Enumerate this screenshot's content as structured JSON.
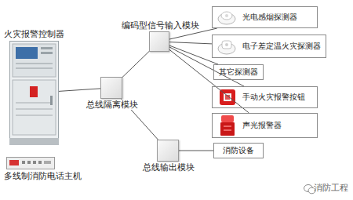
{
  "diagram": {
    "nodes": [
      {
        "text": [
          "火灾报警控制器"
        ]
      },
      {
        "text": [
          "多线制消防电话主机"
        ]
      },
      {
        "text": [
          "总线隔离模块"
        ]
      },
      {
        "text": [
          "编码型信号输入模块"
        ]
      },
      {
        "text": [
          "总线输出模块"
        ]
      },
      {
        "text": [
          "光电感烟探测器"
        ]
      },
      {
        "text": [
          "电子差定温火灾探测器"
        ]
      },
      {
        "text": [
          "其它探测器"
        ]
      },
      {
        "text": [
          "手动火灾报警按钮"
        ]
      },
      {
        "text": [
          "声光报警器"
        ]
      },
      {
        "text": [
          "消防设备"
        ]
      }
    ],
    "edges": [
      {
        "from": 0,
        "to": 2,
        "arrow": "none"
      },
      {
        "from": 2,
        "to": 3,
        "arrow": "none"
      },
      {
        "from": 2,
        "to": 4,
        "arrow": "none"
      },
      {
        "from": 3,
        "to": 5,
        "arrow": "none"
      },
      {
        "from": 3,
        "to": 6,
        "arrow": "none"
      },
      {
        "from": 3,
        "to": 7,
        "arrow": "none"
      },
      {
        "from": 3,
        "to": 8,
        "arrow": "none"
      },
      {
        "from": 3,
        "to": 9,
        "arrow": "none"
      },
      {
        "from": 4,
        "to": 10,
        "arrow": "none"
      }
    ],
    "labels": [
      "消防工程"
    ]
  }
}
